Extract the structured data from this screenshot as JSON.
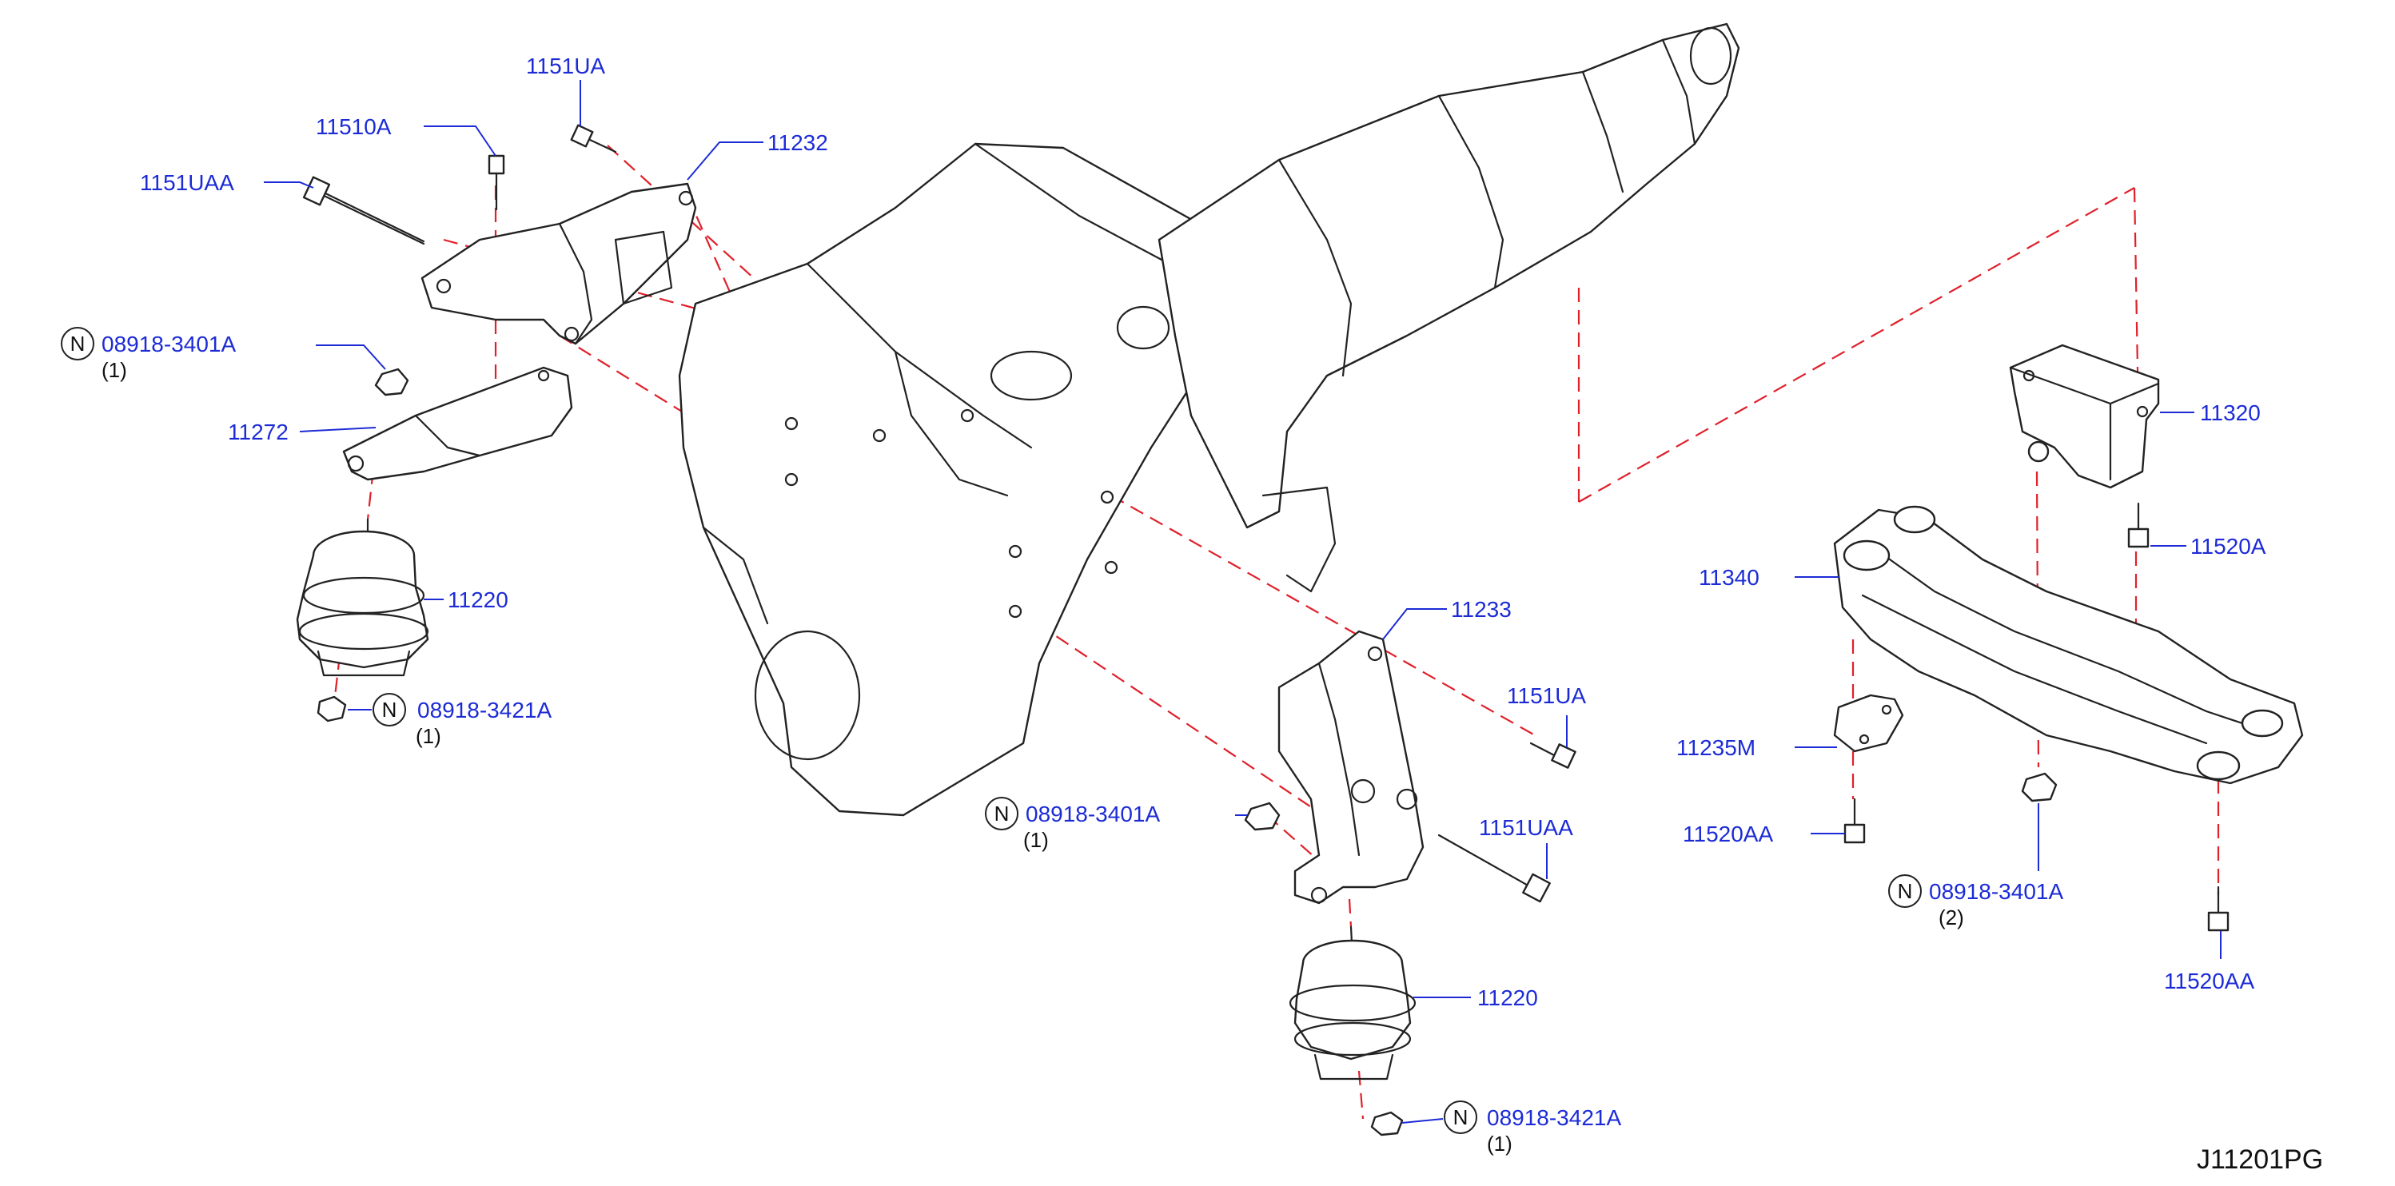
{
  "diagram_code": "J11201PG",
  "note_mark": "N",
  "labels": {
    "bolt_top_upper": "1151UA",
    "bolt_top_small": "11510A",
    "bracket_upper_left": "11232",
    "long_bolt_left": "1151UAA",
    "nut_left": "08918-3401A",
    "nut_left_qty": "(1)",
    "bracket_lower_left": "11272",
    "insulator_left": "11220",
    "nut_bottom_left": "08918-3421A",
    "nut_bottom_left_qty": "(1)",
    "bracket_right_engine": "11233",
    "bolt_right_small": "1151UA",
    "nut_center": "08918-3401A",
    "nut_center_qty": "(1)",
    "long_bolt_right": "1151UAA",
    "insulator_right": "11220",
    "nut_bottom_right": "08918-3421A",
    "nut_bottom_right_qty": "(1)",
    "rear_mount": "11320",
    "rear_bolt": "11520A",
    "crossmember": "11340",
    "crossmember_bracket": "11235M",
    "cm_bolt_left": "11520AA",
    "cm_nut": "08918-3401A",
    "cm_nut_qty": "(2)",
    "cm_bolt_right": "11520AA"
  }
}
